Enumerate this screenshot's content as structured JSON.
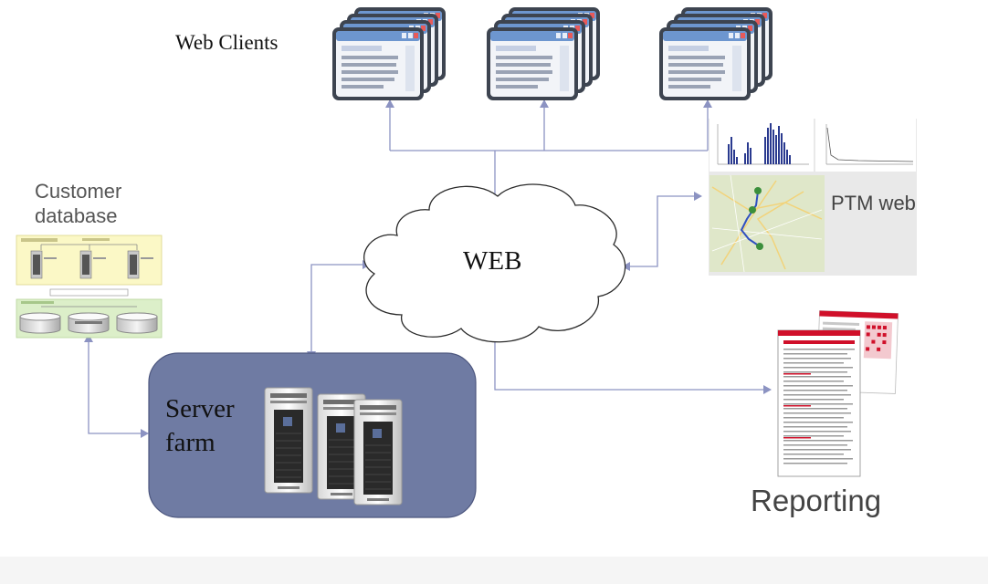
{
  "labels": {
    "web_clients": "Web Clients",
    "customer_database_line1": "Customer",
    "customer_database_line2": "database",
    "web": "WEB",
    "server_farm_line1": "Server",
    "server_farm_line2": "farm",
    "ptm_web": "PTM web",
    "reporting": "Reporting"
  },
  "colors": {
    "arrow": "#8c93c2",
    "server_farm_box": "#6f7ba3",
    "client_window_border": "#3d4450",
    "client_titlebar": "#6d96cf",
    "report_red": "#d0102a",
    "db_top_panel": "#fbf8c6",
    "db_bottom_panel": "#dcefc9"
  },
  "icons": {
    "web_clients": "browser-window-stack-icon",
    "cloud": "cloud-icon",
    "servers": "server-tower-icon",
    "database": "database-schema-icon",
    "ptm_web": "chart-and-map-thumbnail",
    "reporting": "report-document-icon"
  }
}
